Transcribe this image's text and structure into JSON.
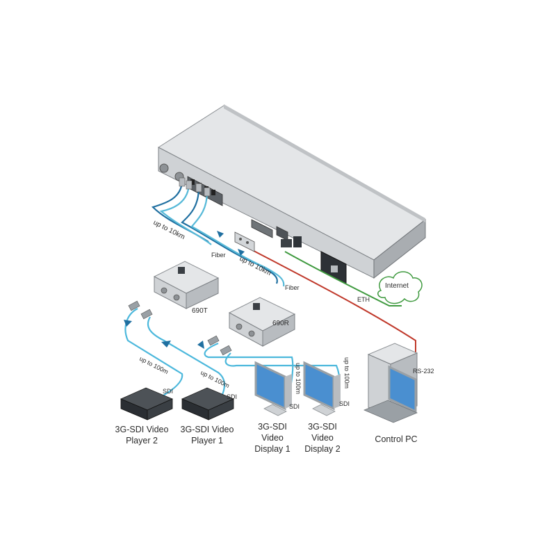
{
  "colors": {
    "fiber": "#1f6fa0",
    "fiber_light": "#56b9d8",
    "sdi": "#4cb8dc",
    "rs232": "#c0392b",
    "eth": "#3f9a3f",
    "device_body": "#d9dbdd",
    "background": "#ffffff"
  },
  "cable_labels": {
    "fiber_run_1": "up to 10km",
    "fiber_run_2": "up to 10km",
    "fiber_1": "Fiber",
    "fiber_2": "Fiber",
    "internet": "Internet",
    "eth": "ETH",
    "rs232": "RS-232",
    "sdi_run_p2": "up to 100m",
    "sdi_run_p1": "up to 100m",
    "sdi_run_d1": "up to 100m",
    "sdi_run_d2": "up to 100m",
    "sdi_p2": "SDI",
    "sdi_p1": "SDI",
    "sdi_d1": "SDI",
    "sdi_d2": "SDI"
  },
  "devices": {
    "transmitter": "690T",
    "receiver": "690R",
    "player2": [
      "3G-SDI Video",
      "Player 2"
    ],
    "player1": [
      "3G-SDI Video",
      "Player 1"
    ],
    "display1": [
      "3G-SDI",
      "Video",
      "Display 1"
    ],
    "display2": [
      "3G-SDI",
      "Video",
      "Display 2"
    ],
    "control_pc": "Control PC"
  }
}
